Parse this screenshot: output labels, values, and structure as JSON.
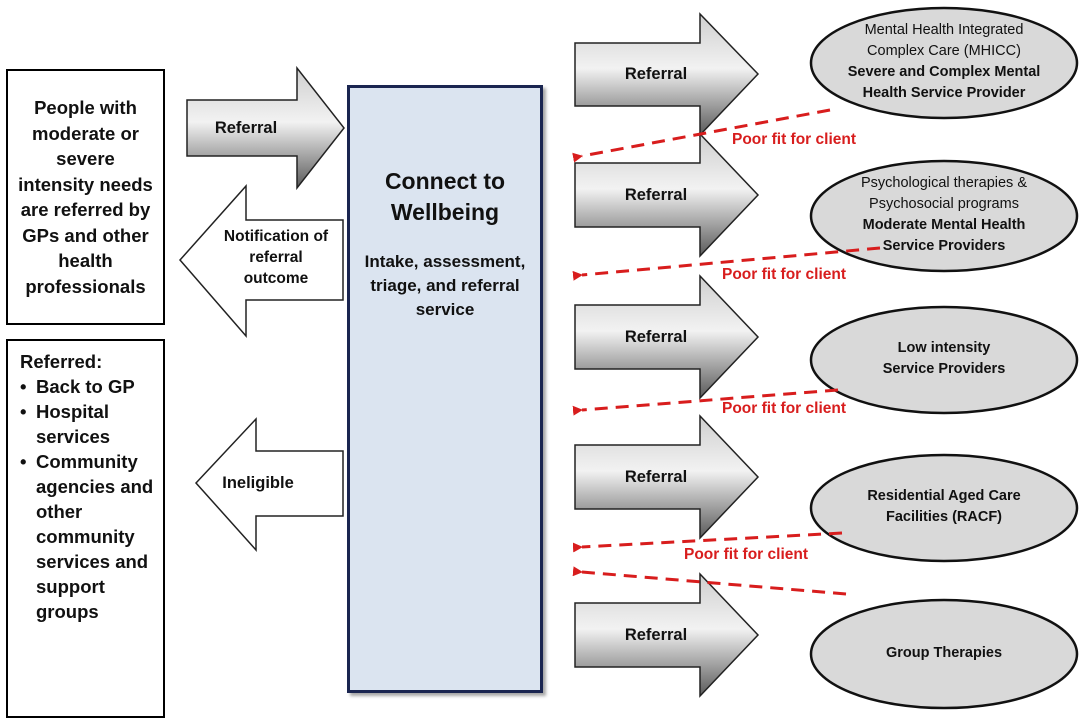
{
  "left_top_box": {
    "text": "People with moderate or severe intensity needs are referred by GPs and other health professionals"
  },
  "left_bottom_box": {
    "heading": "Referred:",
    "items": [
      "Back to GP",
      "Hospital services",
      "Community agencies and other community services and support groups"
    ]
  },
  "left_arrows": {
    "referral": "Referral",
    "notification": "Notification of referral outcome",
    "ineligible": "Ineligible"
  },
  "center": {
    "title": "Connect to Wellbeing",
    "subtitle": "Intake, assessment, triage, and referral service"
  },
  "right_arrows": [
    "Referral",
    "Referral",
    "Referral",
    "Referral",
    "Referral"
  ],
  "providers": [
    {
      "line1": "Mental Health Integrated",
      "line2": "Complex Care (MHICC)",
      "bold1": "Severe and Complex Mental",
      "bold2": "Health Service Provider"
    },
    {
      "line1": "Psychological therapies &",
      "line2": "Psychosocial programs",
      "bold1": "Moderate Mental Health",
      "bold2": "Service Providers"
    },
    {
      "bold1": "Low intensity",
      "bold2": "Service Providers"
    },
    {
      "bold1": "Residential Aged Care",
      "bold2": "Facilities (RACF)"
    },
    {
      "bold1": "Group Therapies"
    }
  ],
  "poor_fit_labels": [
    "Poor fit for client",
    "Poor fit for client",
    "Poor fit for client",
    "Poor fit for client"
  ],
  "colors": {
    "poor_fit": "#d81d1d",
    "center_fill": "#dbe4f0",
    "center_border": "#1a2550",
    "ellipse_fill": "#d9d9d9"
  }
}
